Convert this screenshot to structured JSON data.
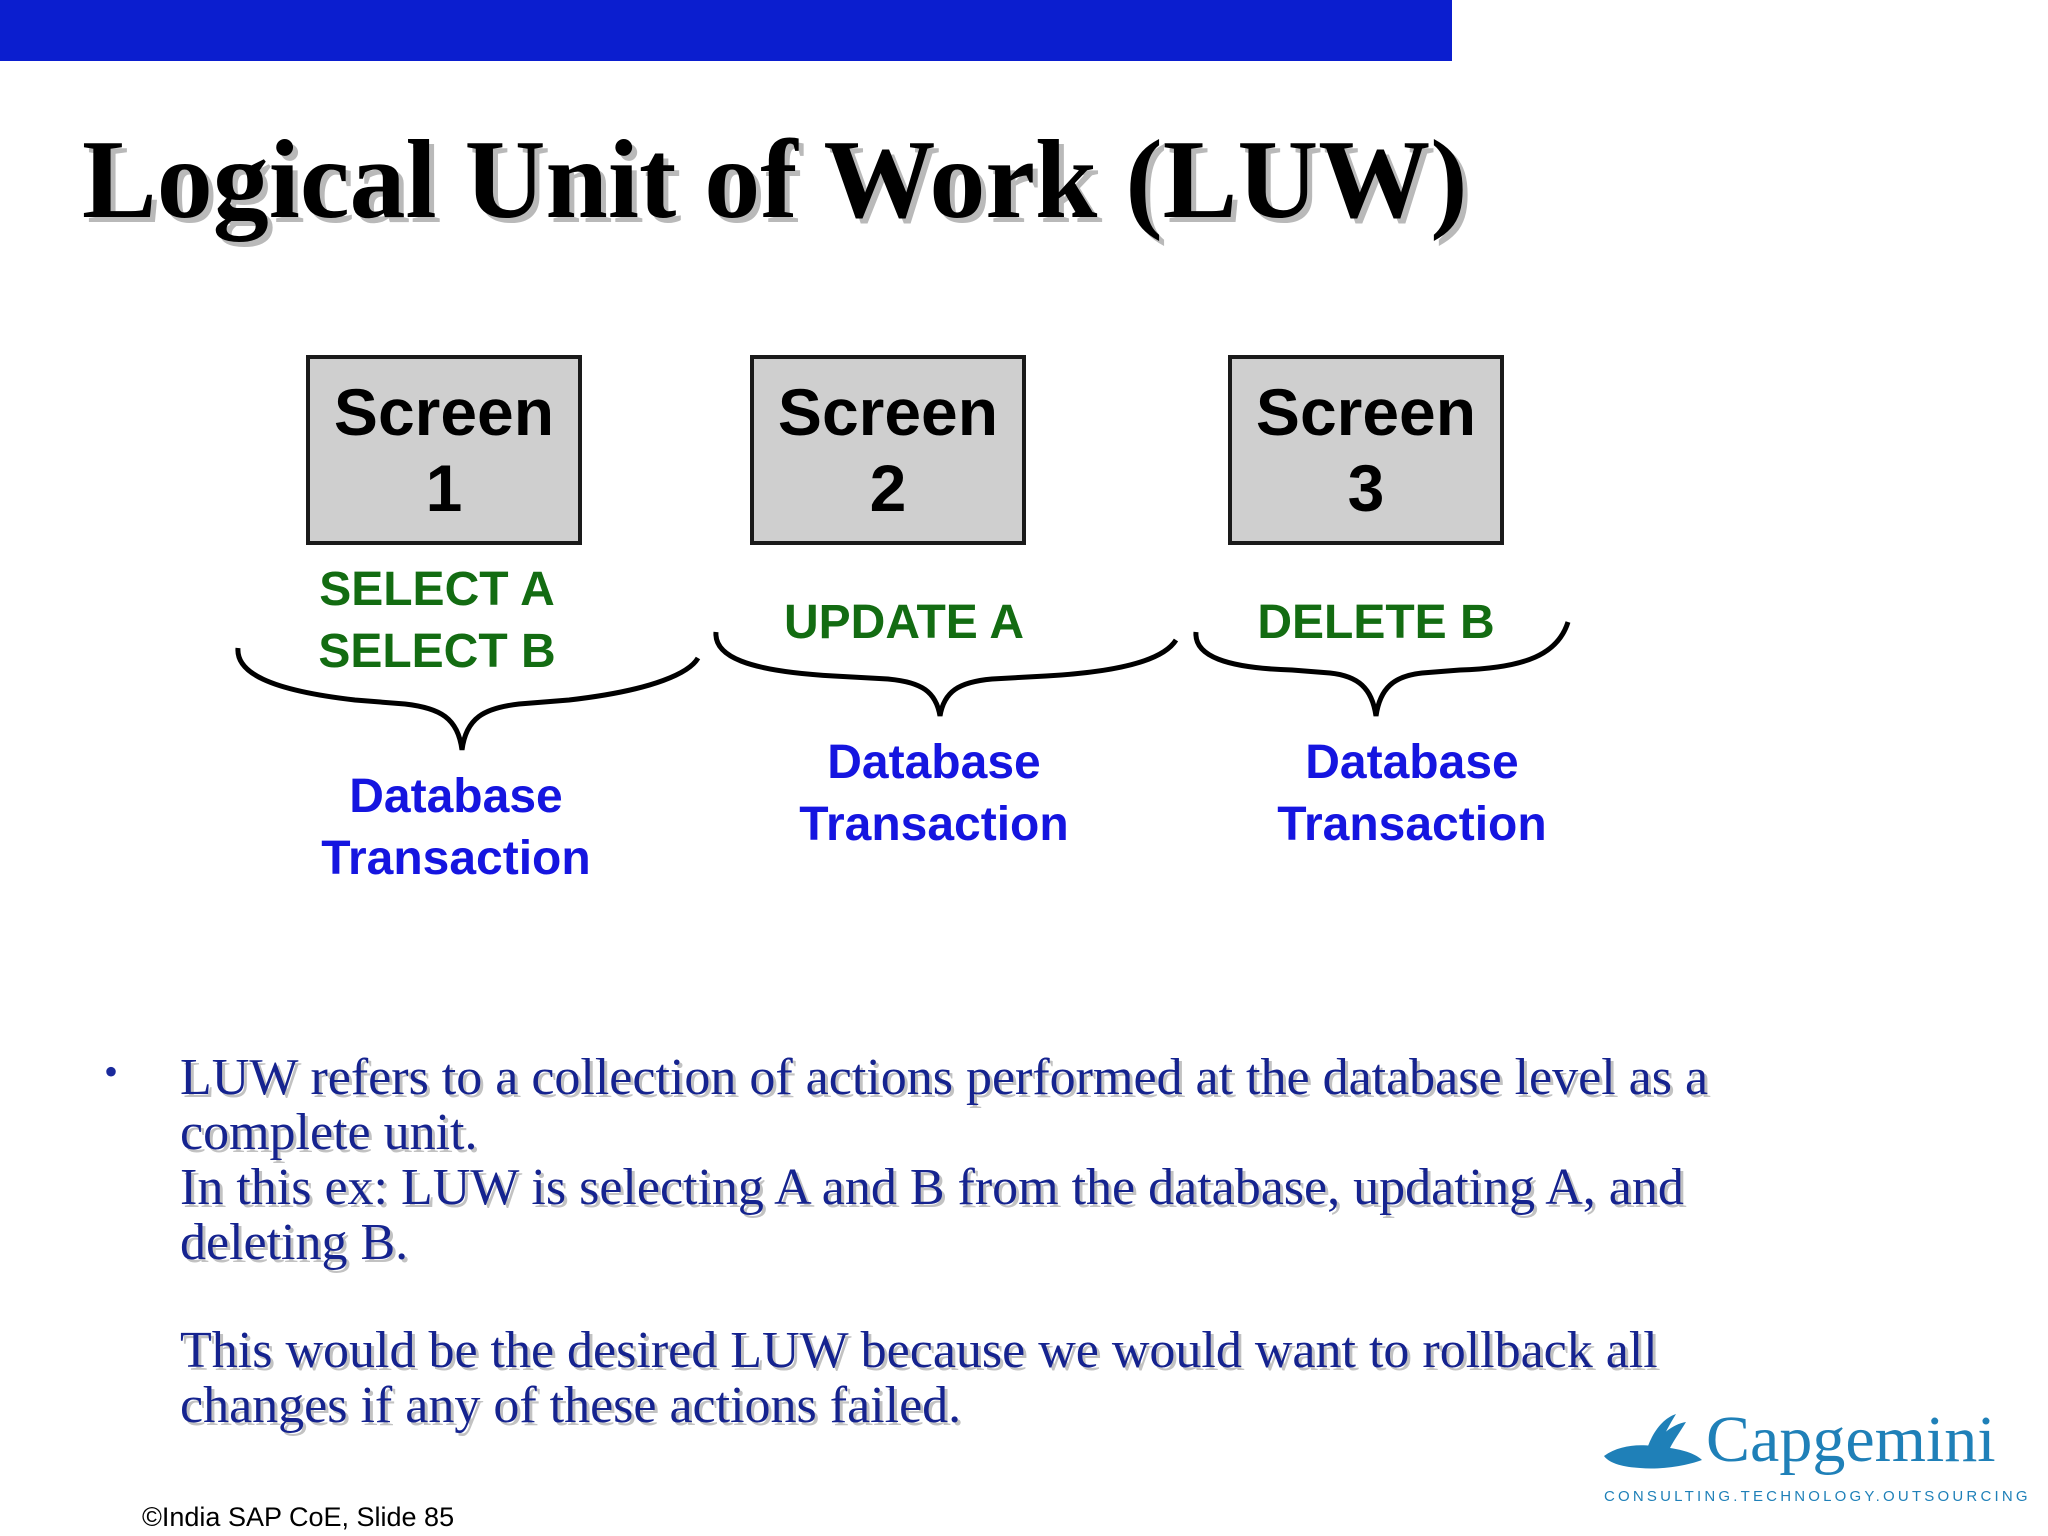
{
  "title": "Logical Unit of Work (LUW)",
  "screens": [
    {
      "line1": "Screen",
      "line2": "1"
    },
    {
      "line1": "Screen",
      "line2": "2"
    },
    {
      "line1": "Screen",
      "line2": "3"
    }
  ],
  "operations": [
    {
      "line1": "SELECT A",
      "line2": "SELECT B"
    },
    {
      "line1": "UPDATE A"
    },
    {
      "line1": "DELETE B"
    }
  ],
  "transactions": [
    {
      "line1": "Database",
      "line2": "Transaction"
    },
    {
      "line1": "Database",
      "line2": "Transaction"
    },
    {
      "line1": "Database",
      "line2": "Transaction"
    }
  ],
  "bullet": {
    "symbol": "•",
    "lines": [
      "LUW refers to a collection of  actions performed at the database level as a",
      "complete unit.",
      "In this ex: LUW is selecting A and B from the database, updating A, and",
      "deleting B.",
      "This would be the desired LUW because we would want to rollback all",
      "changes if any of these actions failed."
    ]
  },
  "footer": "©India SAP CoE, Slide 85",
  "logo": {
    "name": "Capgemini",
    "tagline": "CONSULTING.TECHNOLOGY.OUTSOURCING"
  },
  "colors": {
    "top_bar": "#0b1ecf",
    "operation_text": "#136c12",
    "transaction_text": "#1515e0",
    "body_text": "#15238f",
    "logo": "#1f80b8"
  }
}
